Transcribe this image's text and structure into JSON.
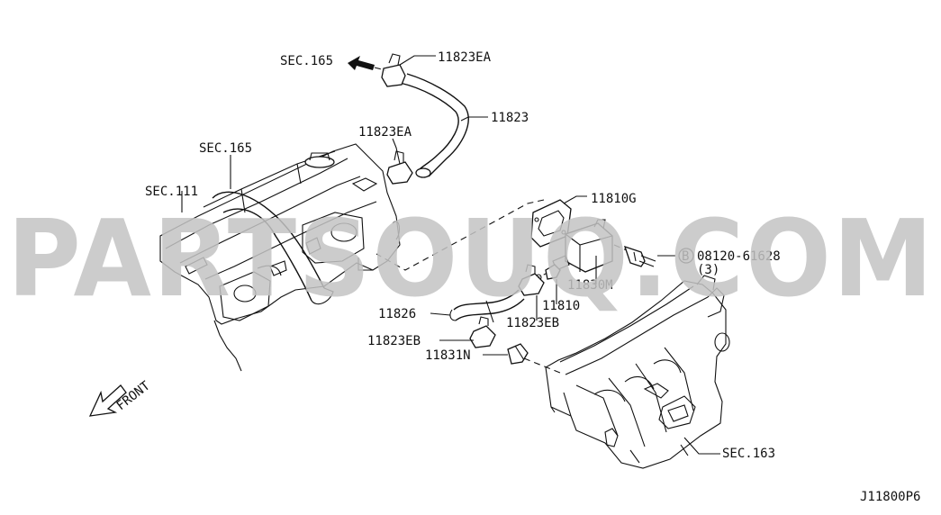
{
  "watermark": "PARTSOUQ.COM",
  "diagram_code": "J11800P6",
  "front_label": "FRONT",
  "labels": {
    "sec165_top": "SEC.165",
    "sec165_mid": "SEC.165",
    "sec111": "SEC.111",
    "sec163": "SEC.163",
    "p11823EA_top": "11823EA",
    "p11823": "11823",
    "p11823EA_mid": "11823EA",
    "p11810G": "11810G",
    "bolt": "08120-61628",
    "bolt_badge": "B",
    "bolt_qty": "(3)",
    "p11830M": "11830M",
    "p11810": "11810",
    "p11826": "11826",
    "p11823EB_right": "11823EB",
    "p11823EB_left": "11823EB",
    "p11831N": "11831N"
  }
}
